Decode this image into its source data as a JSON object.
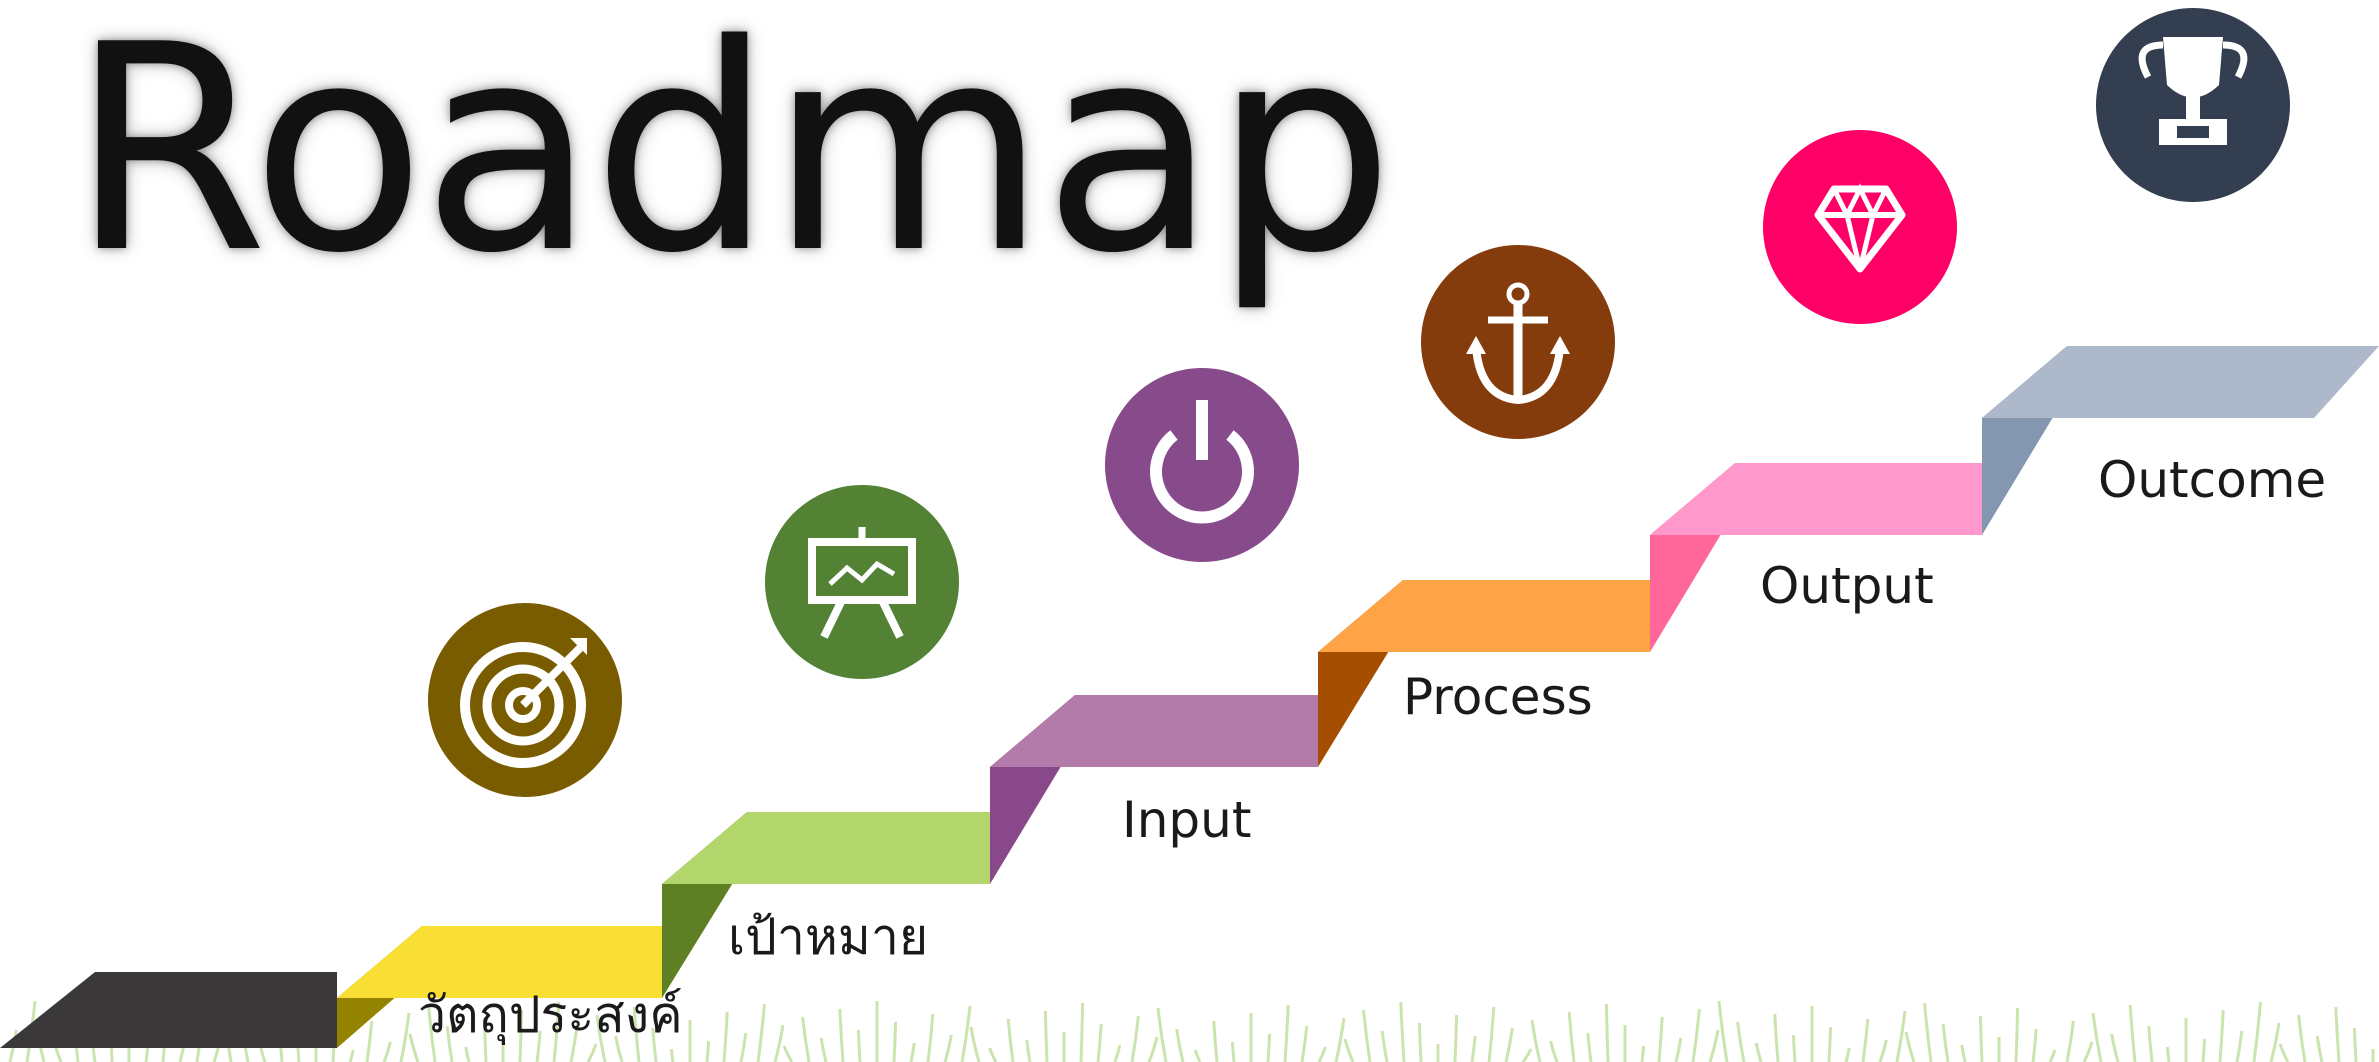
{
  "title": "Roadmap",
  "steps": [
    {
      "label": "วัตถุประสงค์",
      "icon": "target-icon",
      "circle_color": "#7a5c00",
      "top_color": "#f9df33",
      "riser_color": "#938300"
    },
    {
      "label": "เป้าหมาย",
      "icon": "presentation-board-icon",
      "circle_color": "#548235",
      "top_color": "#b2d66c",
      "riser_color": "#5e7f23"
    },
    {
      "label": "Input",
      "icon": "power-icon",
      "circle_color": "#874a8b",
      "top_color": "#b27ba9",
      "riser_color": "#88488a"
    },
    {
      "label": "Process",
      "icon": "anchor-icon",
      "circle_color": "#843c0c",
      "top_color": "#ffa347",
      "riser_color": "#a54e00"
    },
    {
      "label": "Output",
      "icon": "diamond-icon",
      "circle_color": "#ff0066",
      "top_color": "#ff99cc",
      "riser_color": "#ff6699"
    },
    {
      "label": "Outcome",
      "icon": "trophy-icon",
      "circle_color": "#333f50",
      "top_color": "#adb9ca",
      "riser_color": "#8497b0"
    }
  ],
  "base_color": "#3a3838",
  "grass_color": "#b5d98a"
}
